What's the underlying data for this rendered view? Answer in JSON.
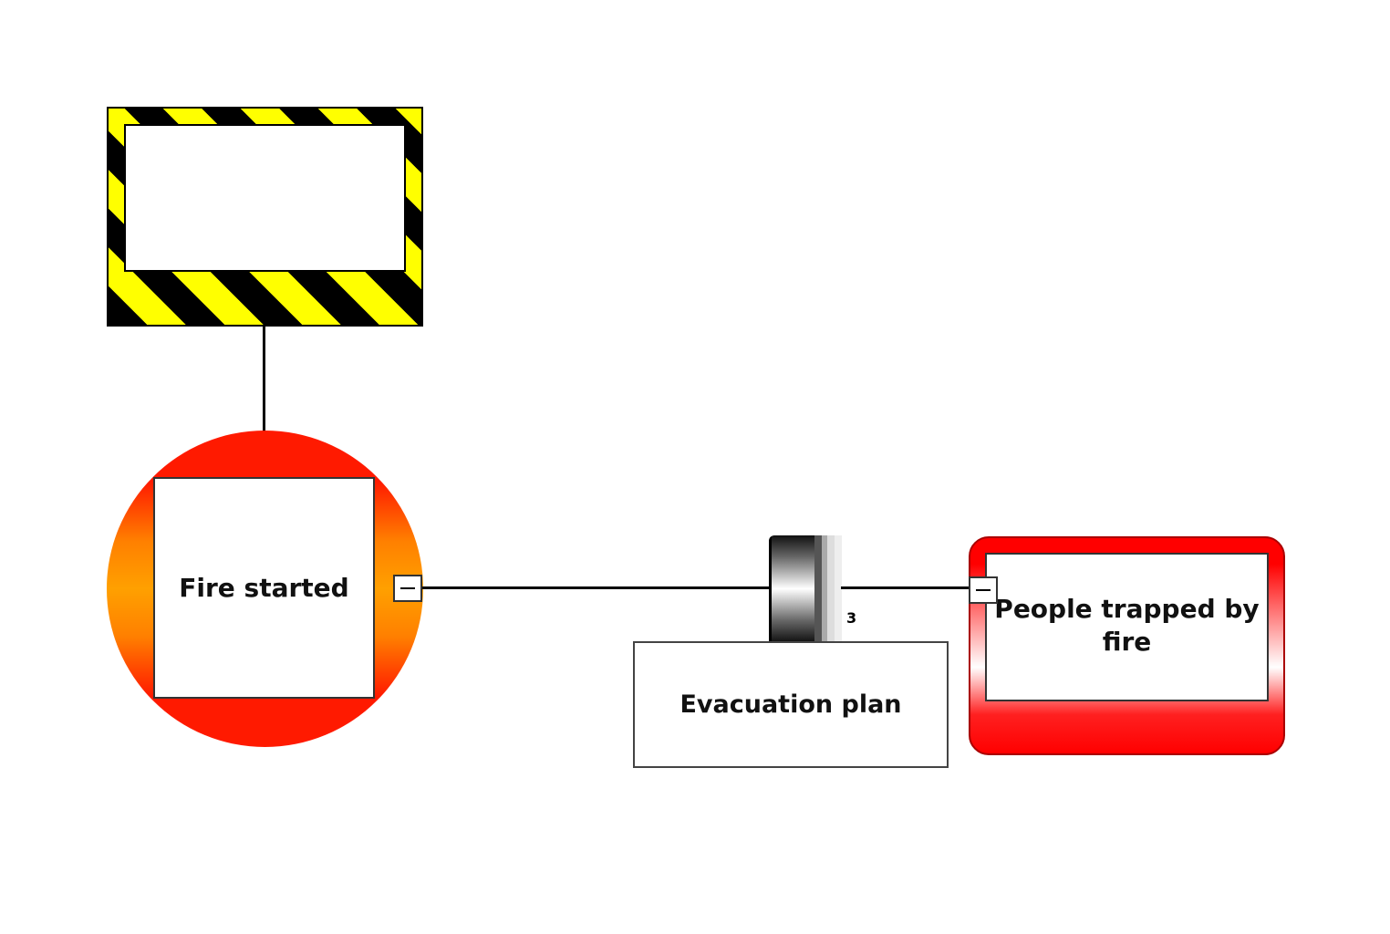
{
  "hazard": {
    "label": ""
  },
  "top_event": {
    "label": "Fire started"
  },
  "barrier": {
    "label": "Evacuation plan",
    "count": "3"
  },
  "consequence": {
    "label": "People trapped by fire"
  },
  "colors": {
    "hazard_stripe": "#ffff00",
    "top_event": "#ff1a00",
    "consequence": "#ff0000"
  }
}
